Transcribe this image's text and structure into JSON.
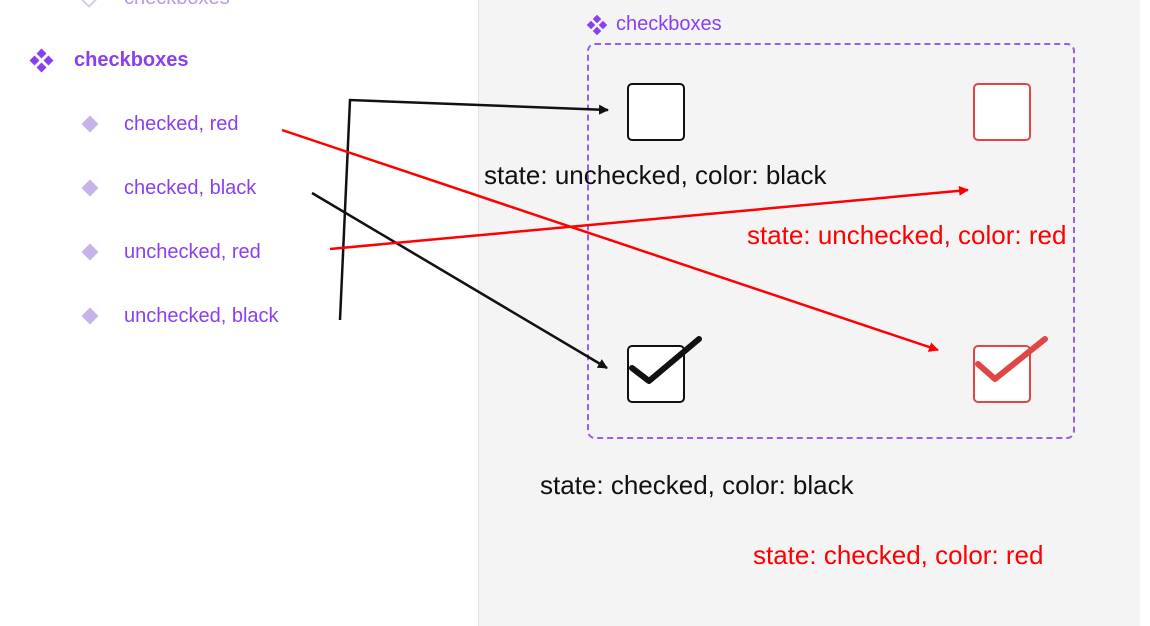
{
  "layers": {
    "top_partial_label": "checkboxes",
    "parent": {
      "label": "checkboxes"
    },
    "children": [
      {
        "label": "checked, red"
      },
      {
        "label": "checked, black"
      },
      {
        "label": "unchecked, red"
      },
      {
        "label": "unchecked, black"
      }
    ]
  },
  "canvas": {
    "frame_title": "checkboxes",
    "captions": {
      "unchecked_black": "state: unchecked, color: black",
      "unchecked_red": "state: unchecked, color: red",
      "checked_black": "state: checked, color: black",
      "checked_red": "state: checked, color: red"
    }
  },
  "colors": {
    "accent_purple": "#8a3ff0",
    "light_purple": "#c7b2ea",
    "frame_dash": "#9b5cf0",
    "red": "#ff0000",
    "checkbox_red": "#e14545",
    "black": "#111111",
    "canvas_bg": "#f4f4f4"
  }
}
